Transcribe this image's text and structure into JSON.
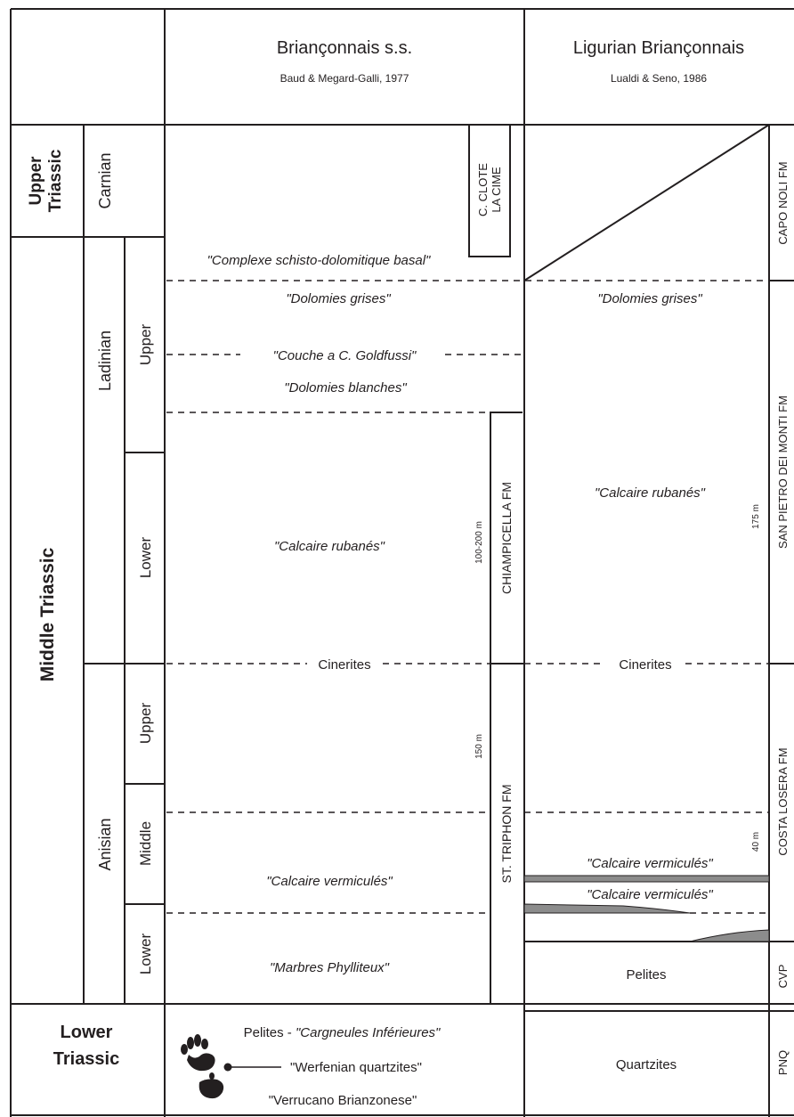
{
  "header": {
    "col1_title": "Briançonnais s.s.",
    "col1_ref": "Baud & Megard-Galli, 1977",
    "col2_title": "Ligurian Briançonnais",
    "col2_ref": "Lualdi & Seno, 1986"
  },
  "periods": {
    "upper": "Upper\nTriassic",
    "middle": "Middle Triassic",
    "lower": "Lower\nTriassic"
  },
  "stages": {
    "carnian": "Carnian",
    "ladinian": "Ladinian",
    "anisian": "Anisian"
  },
  "substages": {
    "lad_upper": "Upper",
    "lad_lower": "Lower",
    "ani_upper": "Upper",
    "ani_middle": "Middle",
    "ani_lower": "Lower"
  },
  "col1": {
    "complexe": "\"Complexe schisto-dolomitique basal\"",
    "dolomies_grises": "\"Dolomies grises\"",
    "couche": "\"Couche a C. Goldfussi\"",
    "dolomies_blanches": "\"Dolomies blanches\"",
    "calcaire_rubanes": "\"Calcaire rubanés\"",
    "cinerites": "Cinerites",
    "calcaire_vermicules": "\"Calcaire vermiculés\"",
    "marbres": "\"Marbres Phylliteux\"",
    "pelites_prefix": "Pelites - ",
    "cargneules": "\"Cargneules Inférieures\"",
    "werfenian": "\"Werfenian quartzites\"",
    "verrucano": "\"Verrucano Brianzonese\""
  },
  "formations1": {
    "clote_1": "C. CLOTE",
    "clote_2": "LA CIME",
    "champicella": "CHIAMPICELLA FM",
    "champicella_thk": "100-200 m",
    "triphon": "ST. TRIPHON FM",
    "triphon_thk": "150 m"
  },
  "col2": {
    "dolomies_grises": "\"Dolomies grises\"",
    "calcaire_rubanes": "\"Calcaire rubanés\"",
    "thk_175": "175 m",
    "cinerites": "Cinerites",
    "thk_40": "40 m",
    "vermicules_1": "\"Calcaire vermiculés\"",
    "vermicules_2": "\"Calcaire vermiculés\"",
    "pelites": "Pelites",
    "quartzites": "Quartzites"
  },
  "formations2": {
    "capo_noli": "CAPO NOLI FM",
    "san_pietro": "SAN PIETRO DEI MONTI FM",
    "costa_losera": "COSTA LOSERA FM",
    "cvp": "CVP",
    "pnq": "PNQ"
  },
  "colors": {
    "line": "#231f20",
    "bed_fill": "#8c8c8c"
  }
}
